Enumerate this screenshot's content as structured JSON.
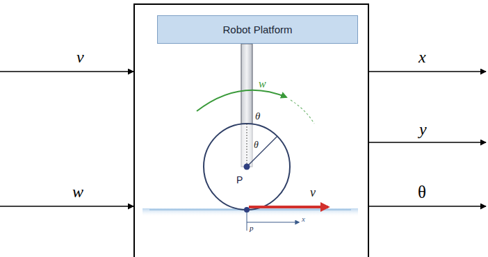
{
  "diagram": {
    "nodes": [
      {
        "text": [
          "Robot Platform"
        ]
      }
    ],
    "labels": [
      "v",
      "w",
      "x",
      "y",
      "θ",
      "w",
      "θ",
      "θ",
      "ν",
      "P",
      "p",
      "x"
    ]
  }
}
